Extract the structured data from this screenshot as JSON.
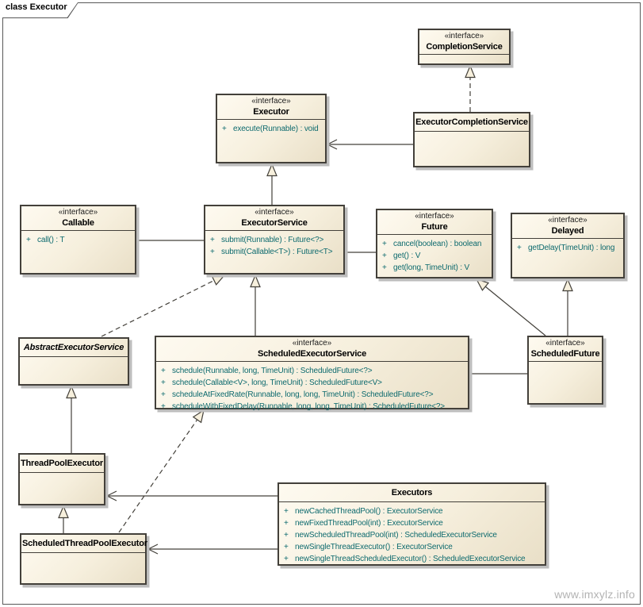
{
  "diagram": {
    "frame_title": "class Executor",
    "watermark": "www.imxylz.info"
  },
  "colors": {
    "box_fill_light": "#fefaf0",
    "box_fill_dark": "#e9dfc7",
    "box_border": "#43403a",
    "method_text": "#0d6a6e",
    "shadow": "#bdbdbd",
    "watermark_text": "#b3b3b3"
  },
  "classes": [
    {
      "key": "completion_service",
      "stereotype": "«interface»",
      "name": "CompletionService",
      "methods": []
    },
    {
      "key": "executor",
      "stereotype": "«interface»",
      "name": "Executor",
      "methods": [
        {
          "vis": "+",
          "sig": "execute(Runnable) : void"
        }
      ]
    },
    {
      "key": "executor_completion_service",
      "stereotype": "",
      "name": "ExecutorCompletionService",
      "methods": []
    },
    {
      "key": "callable",
      "stereotype": "«interface»",
      "name": "Callable",
      "methods": [
        {
          "vis": "+",
          "sig": "call() : T"
        }
      ]
    },
    {
      "key": "executor_service",
      "stereotype": "«interface»",
      "name": "ExecutorService",
      "methods": [
        {
          "vis": "+",
          "sig": "submit(Runnable) : Future<?>"
        },
        {
          "vis": "+",
          "sig": "submit(Callable<T>) : Future<T>"
        }
      ]
    },
    {
      "key": "future",
      "stereotype": "«interface»",
      "name": "Future",
      "methods": [
        {
          "vis": "+",
          "sig": "cancel(boolean) : boolean"
        },
        {
          "vis": "+",
          "sig": "get() : V"
        },
        {
          "vis": "+",
          "sig": "get(long, TimeUnit) : V"
        }
      ]
    },
    {
      "key": "delayed",
      "stereotype": "«interface»",
      "name": "Delayed",
      "methods": [
        {
          "vis": "+",
          "sig": "getDelay(TimeUnit) : long"
        }
      ]
    },
    {
      "key": "abstract_executor_service",
      "stereotype": "",
      "name": "AbstractExecutorService",
      "abstract": true,
      "methods": []
    },
    {
      "key": "scheduled_executor_service",
      "stereotype": "«interface»",
      "name": "ScheduledExecutorService",
      "methods": [
        {
          "vis": "+",
          "sig": "schedule(Runnable, long, TimeUnit) : ScheduledFuture<?>"
        },
        {
          "vis": "+",
          "sig": "schedule(Callable<V>, long, TimeUnit) : ScheduledFuture<V>"
        },
        {
          "vis": "+",
          "sig": "scheduleAtFixedRate(Runnable, long, long, TimeUnit) : ScheduledFuture<?>"
        },
        {
          "vis": "+",
          "sig": "scheduleWithFixedDelay(Runnable, long, long, TimeUnit) : ScheduledFuture<?>"
        }
      ]
    },
    {
      "key": "scheduled_future",
      "stereotype": "«interface»",
      "name": "ScheduledFuture",
      "methods": []
    },
    {
      "key": "thread_pool_executor",
      "stereotype": "",
      "name": "ThreadPoolExecutor",
      "methods": []
    },
    {
      "key": "executors",
      "stereotype": "",
      "name": "Executors",
      "methods": [
        {
          "vis": "+",
          "sig": "newCachedThreadPool() : ExecutorService"
        },
        {
          "vis": "+",
          "sig": "newFixedThreadPool(int) : ExecutorService"
        },
        {
          "vis": "+",
          "sig": "newScheduledThreadPool(int) : ScheduledExecutorService"
        },
        {
          "vis": "+",
          "sig": "newSingleThreadExecutor() : ExecutorService"
        },
        {
          "vis": "+",
          "sig": "newSingleThreadScheduledExecutor() : ScheduledExecutorService"
        }
      ]
    },
    {
      "key": "scheduled_thread_pool_executor",
      "stereotype": "",
      "name": "ScheduledThreadPoolExecutor",
      "methods": []
    }
  ],
  "relationships": [
    {
      "from": "ExecutorService",
      "to": "Executor",
      "type": "generalization"
    },
    {
      "from": "ExecutorCompletionService",
      "to": "CompletionService",
      "type": "realization"
    },
    {
      "from": "ExecutorCompletionService",
      "to": "Executor",
      "type": "association-arrow"
    },
    {
      "from": "Callable",
      "to": "ExecutorService",
      "type": "association"
    },
    {
      "from": "ExecutorService",
      "to": "Future",
      "type": "association"
    },
    {
      "from": "ScheduledFuture",
      "to": "Future",
      "type": "generalization"
    },
    {
      "from": "ScheduledFuture",
      "to": "Delayed",
      "type": "generalization"
    },
    {
      "from": "AbstractExecutorService",
      "to": "ExecutorService",
      "type": "realization"
    },
    {
      "from": "ScheduledExecutorService",
      "to": "ExecutorService",
      "type": "generalization"
    },
    {
      "from": "ThreadPoolExecutor",
      "to": "AbstractExecutorService",
      "type": "generalization"
    },
    {
      "from": "ScheduledThreadPoolExecutor",
      "to": "ThreadPoolExecutor",
      "type": "generalization"
    },
    {
      "from": "ScheduledThreadPoolExecutor",
      "to": "ScheduledExecutorService",
      "type": "realization"
    },
    {
      "from": "Executors",
      "to": "ThreadPoolExecutor",
      "type": "association-arrow"
    },
    {
      "from": "Executors",
      "to": "ScheduledThreadPoolExecutor",
      "type": "association-arrow"
    },
    {
      "from": "ScheduledExecutorService",
      "to": "ScheduledFuture",
      "type": "association"
    }
  ]
}
